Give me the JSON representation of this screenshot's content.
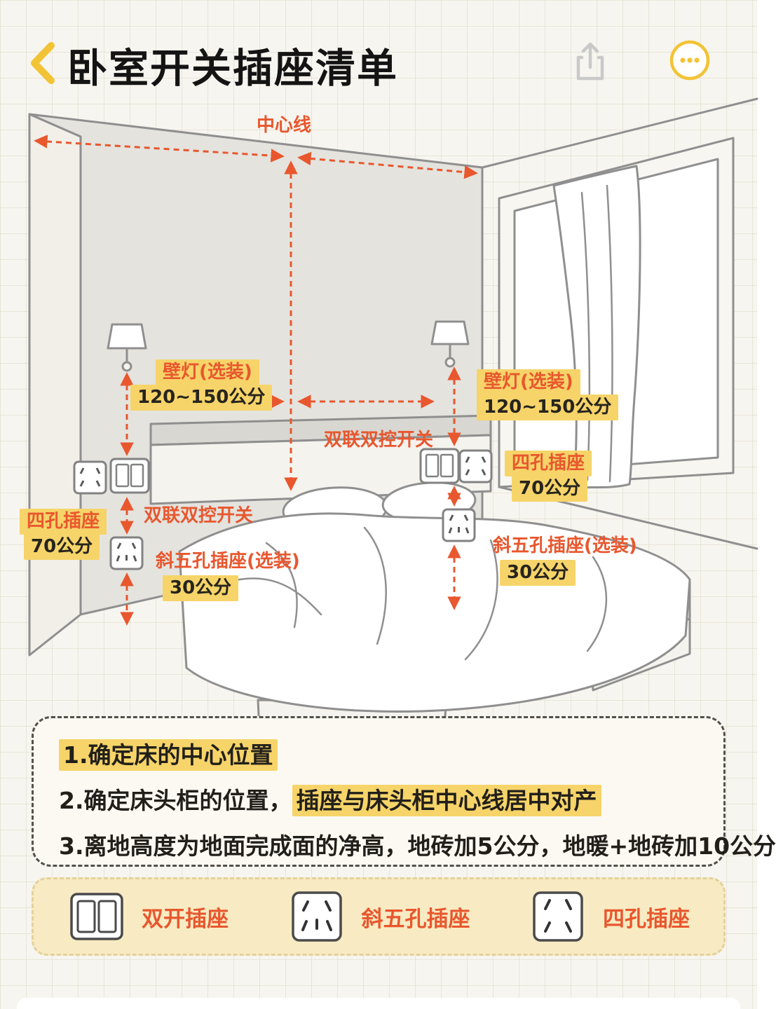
{
  "header": {
    "title": "卧室开关插座清单",
    "back_icon": "chevron-left",
    "share_icon": "share-up-arrow",
    "more_icon": "ellipsis-circle"
  },
  "diagram": {
    "center_line": "中心线",
    "lamp_left": "壁灯(选装)",
    "lamp_left_height": "120~150公分",
    "lamp_right": "壁灯(选装)",
    "lamp_right_height": "120~150公分",
    "switch_top": "双联双控开关",
    "switch_left": "双联双控开关",
    "socket4_left": "四孔插座",
    "socket4_left_height": "70公分",
    "socket4_right": "四孔插座",
    "socket4_right_height": "70公分",
    "socket5_left": "斜五孔插座(选装)",
    "socket5_left_height": "30公分",
    "socket5_right": "斜五孔插座(选装)",
    "socket5_right_height": "30公分"
  },
  "notes": {
    "line1_highlight": "1.确定床的中心位置",
    "line2_plain": "2.确定床头柜的位置，",
    "line2_highlight": "插座与床头柜中心线居中对产",
    "line3": "3.离地高度为地面完成面的净高，地砖加5公分，地暖+地砖加10公分"
  },
  "legend": {
    "items": [
      {
        "icon": "double-switch",
        "label": "双开插座"
      },
      {
        "icon": "angled-five-hole-socket",
        "label": "斜五孔插座"
      },
      {
        "icon": "four-hole-socket",
        "label": "四孔插座"
      }
    ]
  },
  "colors": {
    "accent_orange": "#e8572e",
    "highlight_yellow": "#f6d469",
    "header_yellow": "#f2c335",
    "wall_gray": "#e4e3de",
    "legend_bg": "#f8ebc3"
  }
}
